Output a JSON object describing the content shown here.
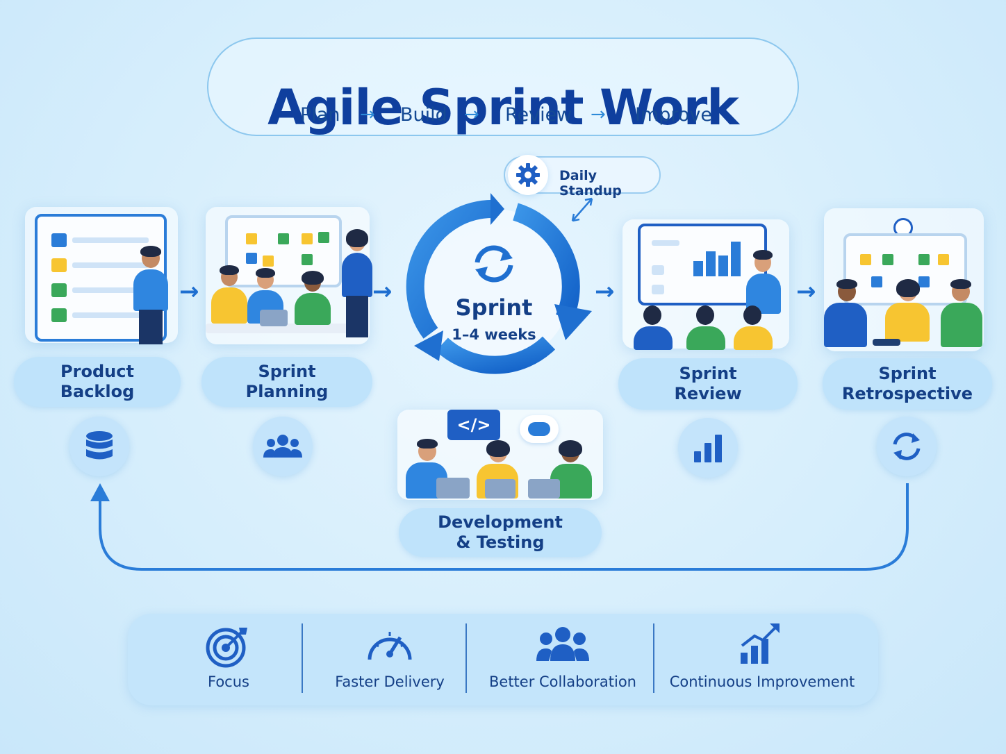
{
  "header": {
    "title": "Agile Sprint Work",
    "steps": [
      "Plan",
      "Build",
      "Review",
      "Improve"
    ]
  },
  "stages": {
    "backlog": {
      "line1": "Product",
      "line2": "Backlog",
      "icon": "database-icon"
    },
    "planning": {
      "line1": "Sprint",
      "line2": "Planning",
      "icon": "team-icon"
    },
    "review": {
      "line1": "Sprint",
      "line2": "Review",
      "icon": "bar-chart-icon"
    },
    "retro": {
      "line1": "Sprint",
      "line2": "Retrospective",
      "icon": "refresh-icon"
    },
    "development": {
      "line1": "Development",
      "line2": "& Testing",
      "icon": "code-icon"
    }
  },
  "sprint_cycle": {
    "label": "Sprint",
    "duration": "1–4 weeks",
    "standup": "Daily Standup"
  },
  "benefits": [
    {
      "label": "Focus",
      "icon": "target-icon"
    },
    {
      "label": "Faster Delivery",
      "icon": "speedometer-icon"
    },
    {
      "label": "Better Collaboration",
      "icon": "team-icon"
    },
    {
      "label": "Continuous Improvement",
      "icon": "growth-chart-icon"
    }
  ],
  "colors": {
    "primary": "#1f6fd0",
    "dark_text": "#0f3f9e",
    "yellow": "#f7c531",
    "green": "#3aa85a",
    "pill": "#bfe3fb"
  }
}
